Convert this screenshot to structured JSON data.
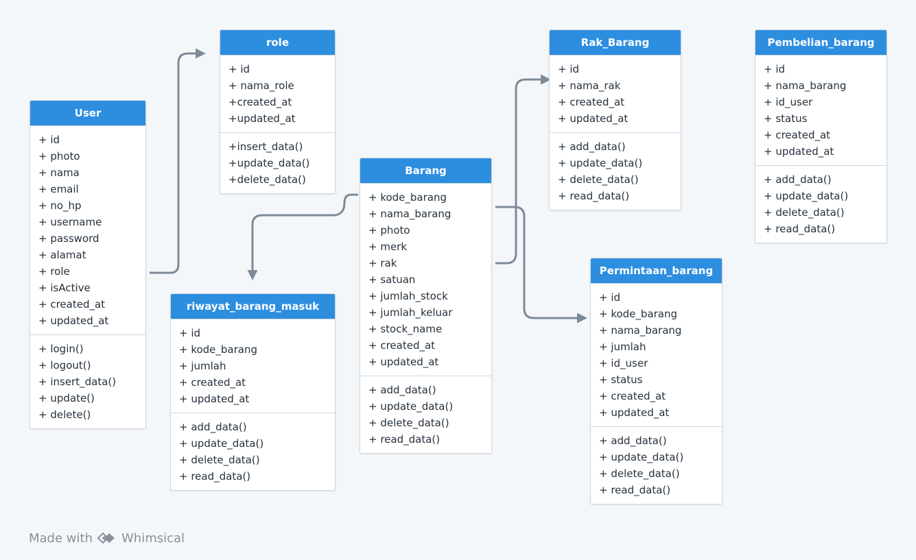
{
  "tables": {
    "user": {
      "title": "User",
      "attrs": [
        "+ id",
        "+ photo",
        "+ nama",
        "+ email",
        "+ no_hp",
        "+ username",
        "+ password",
        "+ alamat",
        "+ role",
        "+ isActive",
        "+ created_at",
        "+ updated_at"
      ],
      "methods": [
        "+ login()",
        "+ logout()",
        "+ insert_data()",
        "+ update()",
        "+ delete()"
      ]
    },
    "role": {
      "title": "role",
      "attrs": [
        "+ id",
        "+ nama_role",
        "+created_at",
        "+updated_at"
      ],
      "methods": [
        "+insert_data()",
        "+update_data()",
        "+delete_data()"
      ]
    },
    "barang": {
      "title": "Barang",
      "attrs": [
        "+ kode_barang",
        "+ nama_barang",
        "+ photo",
        "+ merk",
        "+ rak",
        "+ satuan",
        "+ jumlah_stock",
        "+ jumlah_keluar",
        "+ stock_name",
        "+ created_at",
        "+ updated_at"
      ],
      "methods": [
        "+ add_data()",
        "+ update_data()",
        "+ delete_data()",
        "+ read_data()"
      ]
    },
    "riwayat_barang_masuk": {
      "title": "riwayat_barang_masuk",
      "attrs": [
        "+ id",
        "+ kode_barang",
        "+ jumlah",
        "+ created_at",
        "+ updated_at"
      ],
      "methods": [
        "+ add_data()",
        "+ update_data()",
        "+ delete_data()",
        "+ read_data()"
      ]
    },
    "rak_barang": {
      "title": "Rak_Barang",
      "attrs": [
        "+ id",
        "+ nama_rak",
        "+ created_at",
        "+ updated_at"
      ],
      "methods": [
        "+ add_data()",
        "+ update_data()",
        "+ delete_data()",
        "+ read_data()"
      ]
    },
    "permintaan_barang": {
      "title": "Permintaan_barang",
      "attrs": [
        "+ id",
        "+ kode_barang",
        "+ nama_barang",
        "+ jumlah",
        "+ id_user",
        "+ status",
        "+ created_at",
        "+ updated_at"
      ],
      "methods": [
        "+ add_data()",
        "+ update_data()",
        "+ delete_data()",
        "+ read_data()"
      ]
    },
    "pembelian_barang": {
      "title": "Pembelian_barang",
      "attrs": [
        "+ id",
        "+ nama_barang",
        "+ id_user",
        "+ status",
        "+ created_at",
        "+ updated_at"
      ],
      "methods": [
        "+ add_data()",
        "+ update_data()",
        "+ delete_data()",
        "+ read_data()"
      ]
    }
  },
  "footer": {
    "made_with": "Made with",
    "brand": "Whimsical",
    "icon": "whimsical-logo-icon"
  },
  "colors": {
    "header": "#2d8ee0",
    "connector": "#7d8a98",
    "background": "#f4f7fa"
  }
}
